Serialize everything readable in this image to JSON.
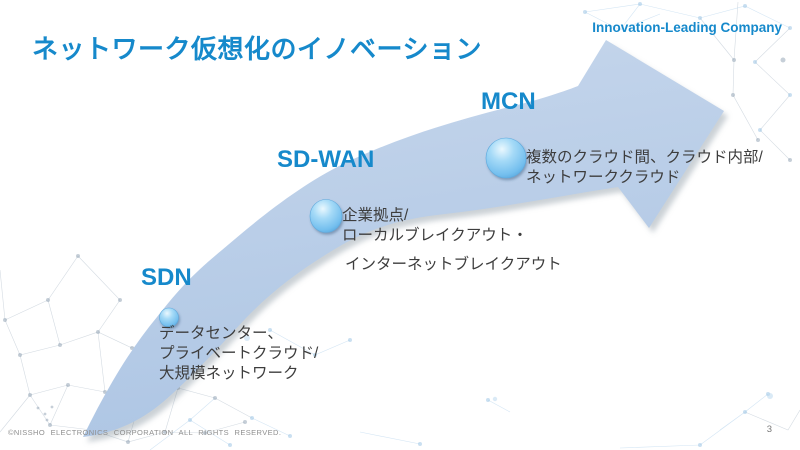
{
  "slide": {
    "title": "ネットワーク仮想化のイノベーション",
    "tagline": "Innovation-Leading Company",
    "footer": "©NISSHO ELECTRONICS  CORPORATION  ALL RIGHTS  RESERVED.",
    "page_number": "3",
    "accent_color": "#1689cb",
    "arrow_color": "#b7cbe7",
    "marker_color": "#7cc3ef",
    "text_color": "#3d3d3d"
  },
  "milestones": [
    {
      "id": "sdn",
      "label": "SDN",
      "lines": [
        "データセンター、",
        "プライベートクラウド/",
        "大規模ネットワーク"
      ]
    },
    {
      "id": "sdwan",
      "label": "SD-WAN",
      "lines": [
        "企業拠点/",
        "ローカルブレイクアウト・",
        "インターネットブレイクアウト"
      ]
    },
    {
      "id": "mcn",
      "label": "MCN",
      "lines": [
        "複数のクラウド間、クラウド内部/",
        "ネットワーククラウド"
      ]
    }
  ]
}
